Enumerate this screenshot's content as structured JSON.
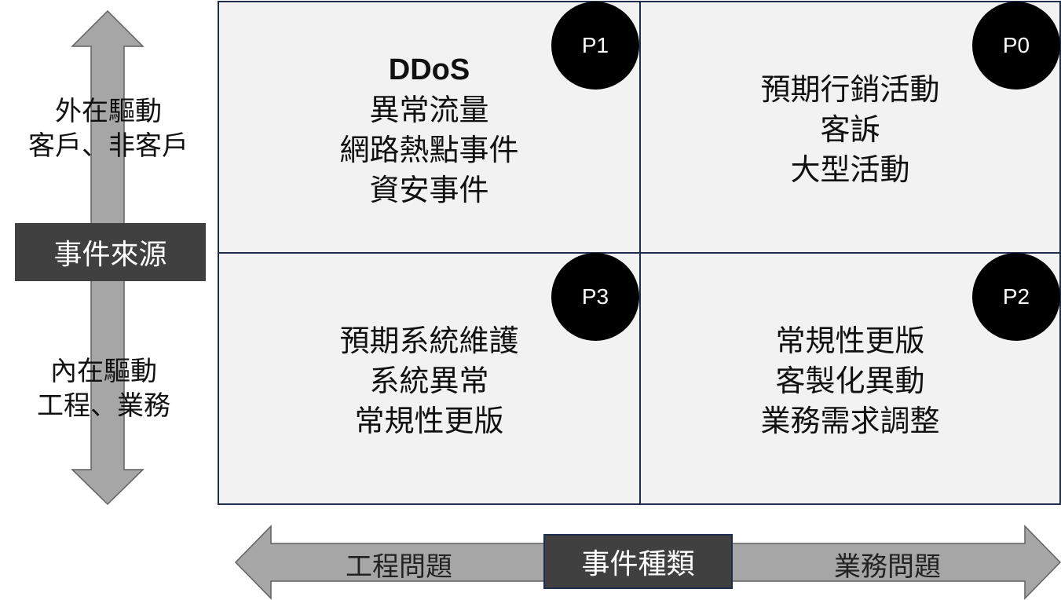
{
  "vertical_axis": {
    "label": "事件來源",
    "top_lines": [
      "外在驅動",
      "客戶、非客戶"
    ],
    "bottom_lines": [
      "內在驅動",
      "工程、業務"
    ]
  },
  "horizontal_axis": {
    "label": "事件種類",
    "left": "工程問題",
    "right": "業務問題"
  },
  "quadrants": {
    "top_left": {
      "priority": "P1",
      "title": "DDoS",
      "lines": [
        "異常流量",
        "網路熱點事件",
        "資安事件"
      ]
    },
    "top_right": {
      "priority": "P0",
      "lines": [
        "預期行銷活動",
        "客訴",
        "大型活動"
      ]
    },
    "bottom_left": {
      "priority": "P3",
      "lines": [
        "預期系統維護",
        "系統異常",
        "常規性更版"
      ]
    },
    "bottom_right": {
      "priority": "P2",
      "lines": [
        "常規性更版",
        "客製化異動",
        "業務需求調整"
      ]
    }
  },
  "colors": {
    "arrow": "#a6a6a6",
    "dark_box": "#404040",
    "quad_bg": "#f2f2f2",
    "border": "#1f2d4d"
  }
}
